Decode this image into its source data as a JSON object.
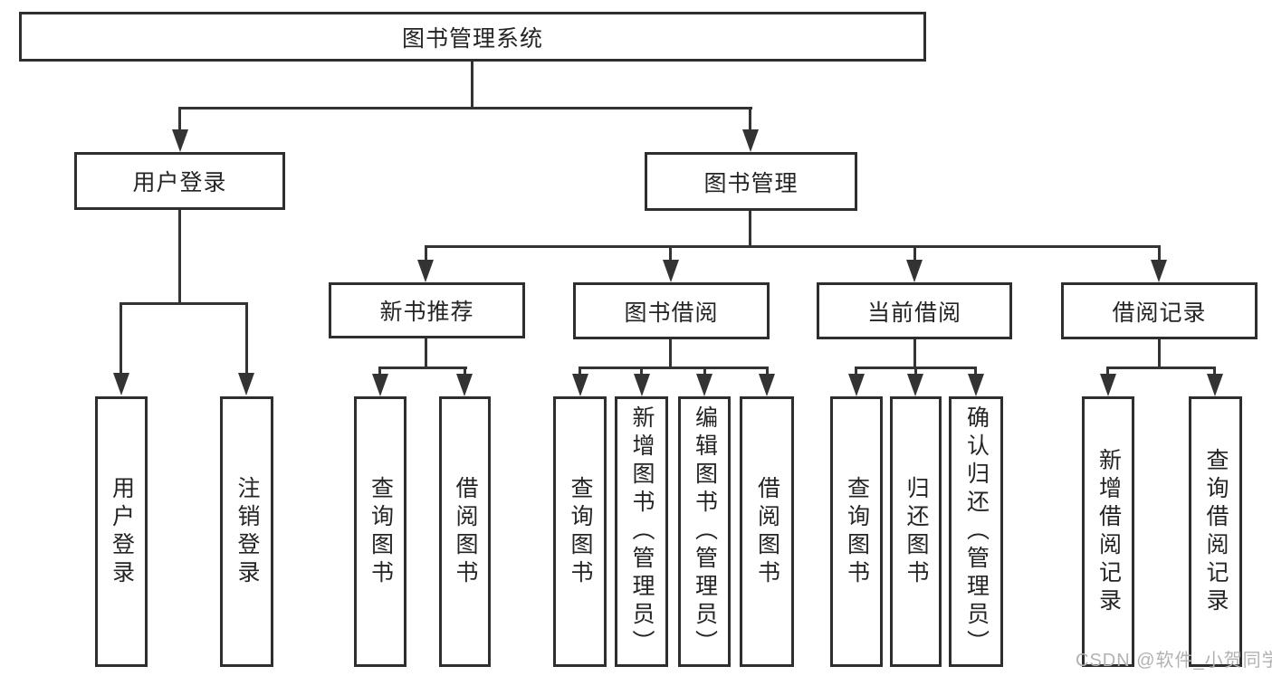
{
  "tree": {
    "root": {
      "label": "图书管理系统",
      "children": [
        {
          "label": "用户登录",
          "children": [
            {
              "label": "用户登录"
            },
            {
              "label": "注销登录"
            }
          ]
        },
        {
          "label": "图书管理",
          "children": [
            {
              "label": "新书推荐",
              "children": [
                {
                  "label": "查询图书"
                },
                {
                  "label": "借阅图书"
                }
              ]
            },
            {
              "label": "图书借阅",
              "children": [
                {
                  "label": "查询图书"
                },
                {
                  "label": "新增图书（管理员）"
                },
                {
                  "label": "编辑图书（管理员）"
                },
                {
                  "label": "借阅图书"
                }
              ]
            },
            {
              "label": "当前借阅",
              "children": [
                {
                  "label": "查询图书"
                },
                {
                  "label": "归还图书"
                },
                {
                  "label": "确认归还（管理员）"
                }
              ]
            },
            {
              "label": "借阅记录",
              "children": [
                {
                  "label": "新增借阅记录"
                },
                {
                  "label": "查询借阅记录"
                }
              ]
            }
          ]
        }
      ]
    }
  },
  "watermark": {
    "text": "CSDN @软件_小贺同学"
  },
  "colors": {
    "line": "#333333",
    "box_border": "#2e2e2e",
    "box_fill": "#ffffff",
    "text": "#242424",
    "watermark": "#b2b2b2"
  }
}
